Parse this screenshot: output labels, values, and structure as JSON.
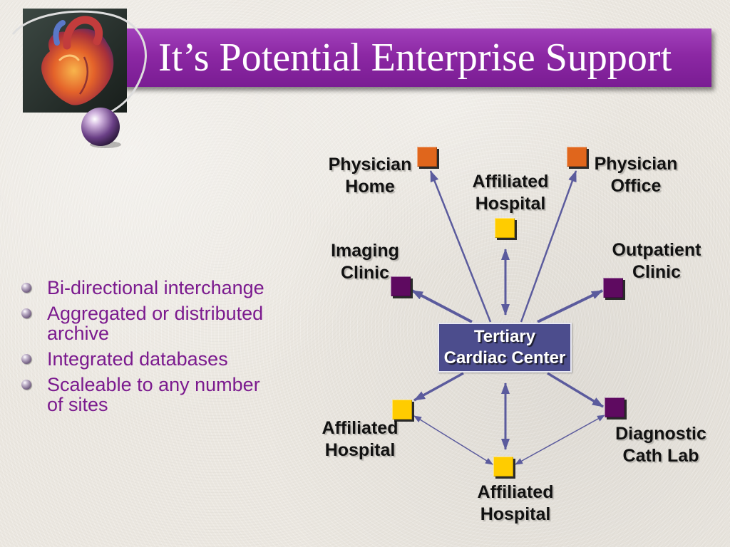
{
  "slide": {
    "title": "It’s Potential Enterprise Support",
    "bullets": [
      "Bi-directional interchange",
      "Aggregated or distributed archive",
      "Integrated databases",
      "Scaleable to any number of sites"
    ]
  },
  "diagram": {
    "center": {
      "line1": "Tertiary",
      "line2": "Cardiac Center",
      "color": "#4c4d8d"
    },
    "arrow_color": "#5b5b9d",
    "nodes": {
      "physician_home": {
        "line1": "Physician",
        "line2": "Home",
        "color": "#e0661c"
      },
      "physician_office": {
        "line1": "Physician",
        "line2": "Office",
        "color": "#e0661c"
      },
      "affiliated_hospital_top": {
        "line1": "Affiliated",
        "line2": "Hospital",
        "color": "#ffcc00"
      },
      "imaging_clinic": {
        "line1": "Imaging",
        "line2": "Clinic",
        "color": "#5e0a60"
      },
      "outpatient_clinic": {
        "line1": "Outpatient",
        "line2": "Clinic",
        "color": "#5e0a60"
      },
      "affiliated_hospital_left": {
        "line1": "Affiliated",
        "line2": "Hospital",
        "color": "#ffcc00"
      },
      "diagnostic_cath_lab": {
        "line1": "Diagnostic",
        "line2": "Cath Lab",
        "color": "#5e0a60"
      },
      "affiliated_hospital_bottom": {
        "line1": "Affiliated",
        "line2": "Hospital",
        "color": "#ffcc00"
      }
    }
  },
  "colors": {
    "title_bar": "#8c28a4",
    "title_text": "#ffffff",
    "bullet_text": "#7b1a8e",
    "label_text": "#111111"
  }
}
